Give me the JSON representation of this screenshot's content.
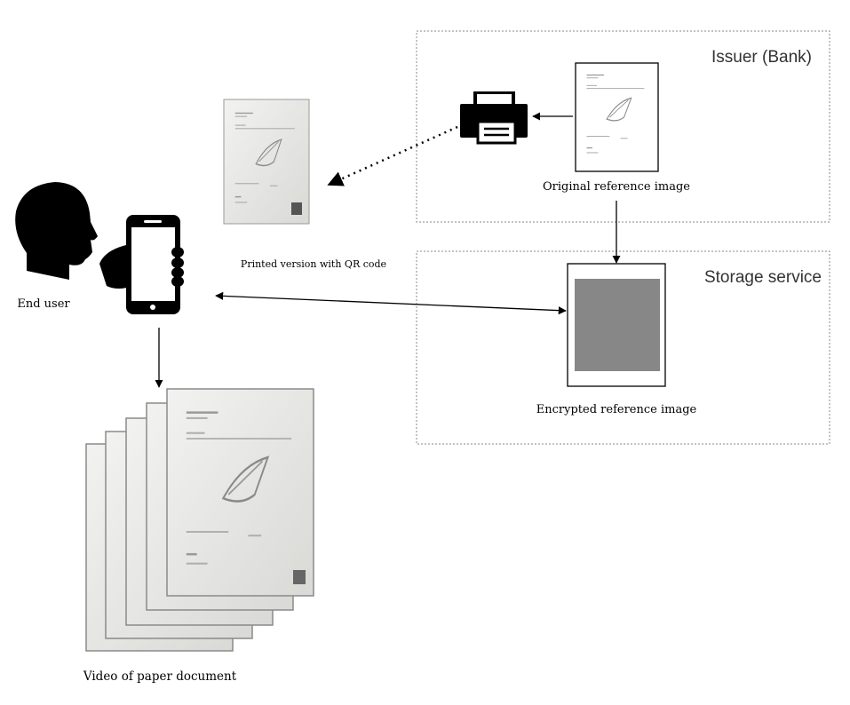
{
  "issuer": {
    "title": "Issuer (Bank)"
  },
  "storage": {
    "title": "Storage service"
  },
  "labels": {
    "original": "Original reference image",
    "encrypted": "Encrypted reference image",
    "printed": "Printed version with QR code",
    "end_user": "End user",
    "video": "Video of paper document"
  },
  "icons": {
    "printer": "printer-icon",
    "head": "head-silhouette-icon",
    "phone": "smartphone-icon"
  },
  "colors": {
    "box_border": "#8a8a8a",
    "encrypted_fill": "#878787",
    "arrow": "#000000"
  }
}
